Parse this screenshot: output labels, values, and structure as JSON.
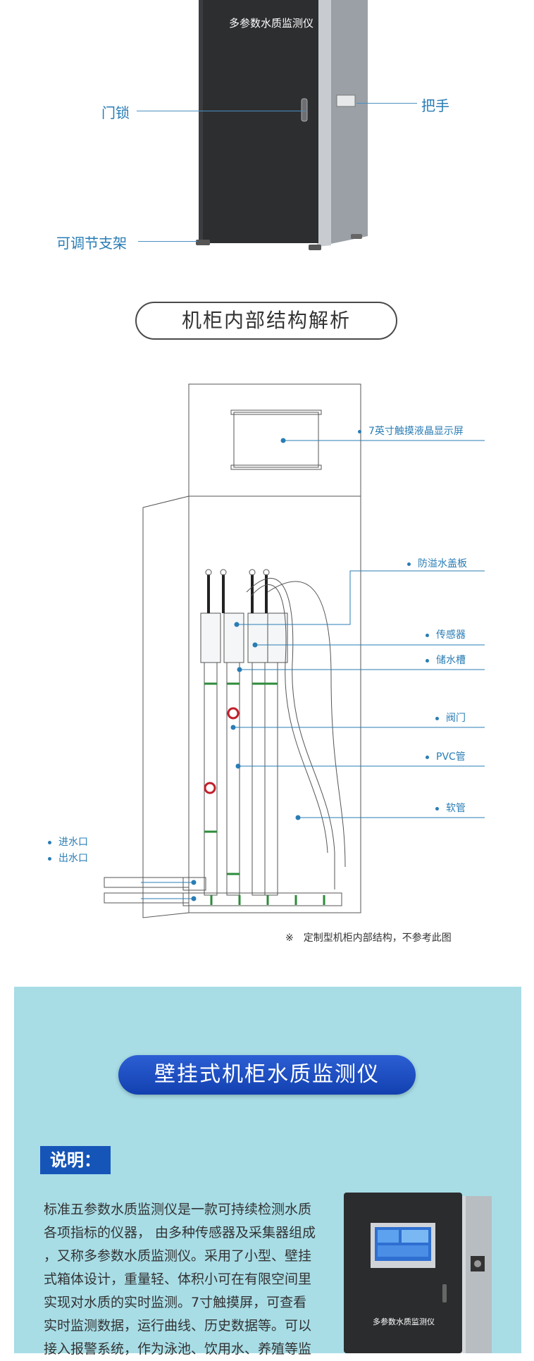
{
  "cabinet_top": {
    "panel_title": "多参数水质监测仪",
    "callouts": {
      "door_lock": "门锁",
      "handle": "把手",
      "stand": "可调节支架"
    }
  },
  "section_title": "机柜内部结构解析",
  "diagram_labels": {
    "screen": "7英寸触摸液晶显示屏",
    "overflow_cover": "防溢水盖板",
    "sensor": "传感器",
    "tank": "储水槽",
    "valve": "阀门",
    "pvc": "PVC管",
    "hose": "软管",
    "inlet": "进水口",
    "outlet": "出水口"
  },
  "note": "※　定制型机柜内部结构，不参考此图",
  "product": {
    "title": "壁挂式机柜水质监测仪",
    "badge": "说明：",
    "description_lines": [
      "标准五参数水质监测仪是一款可持续检测水质",
      "各项指标的仪器， 由多种传感器及采集器组成",
      "，又称多参数水质监测仪。采用了小型、壁挂",
      "式箱体设计，重量轻、体积小可在有限空间里",
      "实现对水质的实时监测。7寸触摸屏，可查看",
      "实时监测数据，运行曲线、历史数据等。可以",
      "接入报警系统，作为泳池、饮用水、养殖等监"
    ],
    "device_label": "多参数水质监测仪"
  }
}
